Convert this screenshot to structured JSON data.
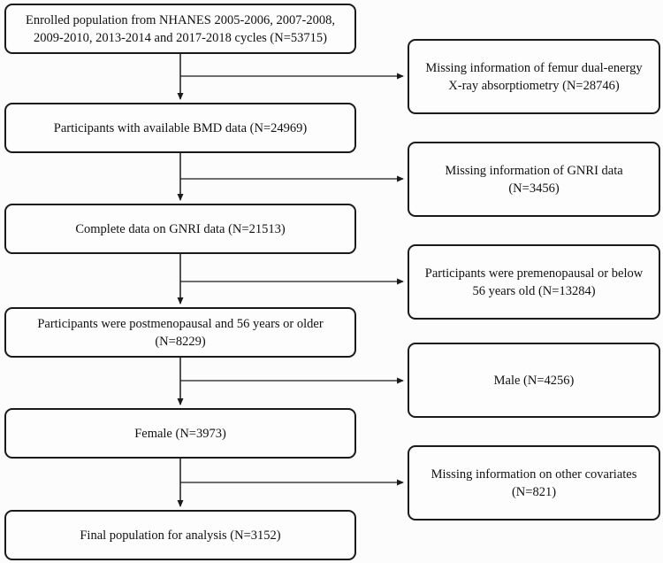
{
  "diagram": {
    "type": "flowchart",
    "description": "Participant selection flow diagram",
    "colors": {
      "background": "#fcfcfc",
      "box_fill": "#fdfdfd",
      "box_border": "#1a1a1a",
      "text": "#111111",
      "arrow": "#1a1a1a"
    },
    "main_flow": [
      {
        "label": "Enrolled population from NHANES 2005-2006, 2007-2008, 2009-2010, 2013-2014 and 2017-2018 cycles (N=53715)",
        "n": 53715
      },
      {
        "label": "Participants with available BMD data (N=24969)",
        "n": 24969
      },
      {
        "label": "Complete data on GNRI data (N=21513)",
        "n": 21513
      },
      {
        "label": "Participants were postmenopausal and 56 years or older (N=8229)",
        "n": 8229
      },
      {
        "label": "Female (N=3973)",
        "n": 3973
      },
      {
        "label": "Final population for analysis (N=3152)",
        "n": 3152
      }
    ],
    "exclusions": [
      {
        "label": "Missing information of femur dual-energy X-ray absorptiometry (N=28746)",
        "n": 28746
      },
      {
        "label": "Missing information of GNRI data (N=3456)",
        "n": 3456
      },
      {
        "label": "Participants were premenopausal or below 56 years old (N=13284)",
        "n": 13284
      },
      {
        "label": "Male (N=4256)",
        "n": 4256
      },
      {
        "label": "Missing information on other covariates (N=821)",
        "n": 821
      }
    ]
  }
}
